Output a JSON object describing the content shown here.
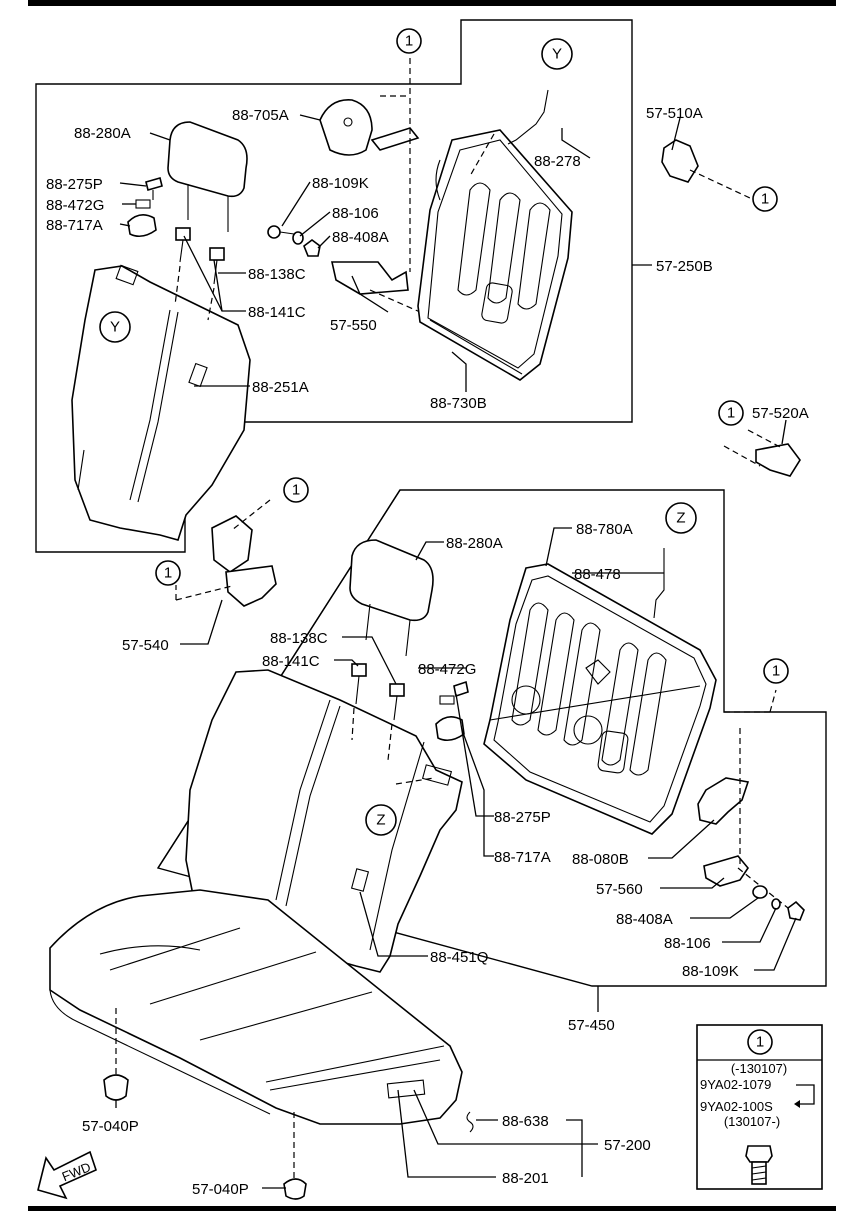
{
  "labels": {
    "p88_705A": "88-705A",
    "p88_280A_top": "88-280A",
    "p88_275P_top": "88-275P",
    "p88_472G_top": "88-472G",
    "p88_717A_top": "88-717A",
    "p88_109K_top": "88-109K",
    "p88_106_top": "88-106",
    "p88_408A_top": "88-408A",
    "p88_138C_top": "88-138C",
    "p88_141C_top": "88-141C",
    "p57_550": "57-550",
    "p88_251A": "88-251A",
    "p88_730B": "88-730B",
    "p88_278": "88-278",
    "p57_250B": "57-250B",
    "p57_510A": "57-510A",
    "p57_520A": "57-520A",
    "p57_540": "57-540",
    "p88_280A_mid": "88-280A",
    "p88_780A": "88-780A",
    "p88_478": "88-478",
    "p88_138C_mid": "88-138C",
    "p88_141C_mid": "88-141C",
    "p88_472G_mid": "88-472G",
    "p88_275P_mid": "88-275P",
    "p88_717A_mid": "88-717A",
    "p88_080B": "88-080B",
    "p57_560": "57-560",
    "p88_408A_mid": "88-408A",
    "p88_106_mid": "88-106",
    "p88_109K_mid": "88-109K",
    "p88_451Q": "88-451Q",
    "p57_450": "57-450",
    "p57_040P_a": "57-040P",
    "p57_040P_b": "57-040P",
    "p88_638": "88-638",
    "p57_200": "57-200",
    "p88_201": "88-201"
  },
  "callouts": {
    "one": "1",
    "y": "Y",
    "z": "Z"
  },
  "legend": {
    "number": "1",
    "date_before": "(-130107)",
    "part_before": "9YA02-1079",
    "part_after": "9YA02-100S",
    "date_after": "(130107-)"
  },
  "fwd": "FWD"
}
